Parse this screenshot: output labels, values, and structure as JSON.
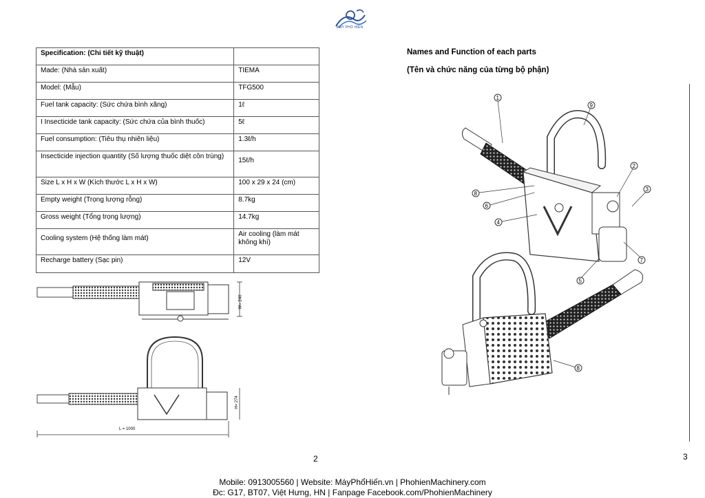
{
  "brand": {
    "logo_text": "MÁY PHỔ HIỀN"
  },
  "spec_table": {
    "header": "Specification: (Chi tiết kỹ thuật)",
    "rows": [
      {
        "label": "Made: (Nhà sản xuất)",
        "value": "TIEMA"
      },
      {
        "label": "Model: (Mẫu)",
        "value": "TFG500"
      },
      {
        "label": "Fuel tank capacity: (Sức chứa bình xăng)",
        "value": "1ℓ"
      },
      {
        "label": "I Insecticide tank capacity: (Sức chứa của bình thuốc)",
        "value": "5ℓ"
      },
      {
        "label": "Fuel consumption: (Tiêu thụ nhiên liệu)",
        "value": "1.3ℓ/h"
      },
      {
        "label": "Insecticide injection quantity (Số lượng thuốc diệt côn trùng)",
        "value": "15ℓ/h"
      },
      {
        "label": "Size L x H x W (Kích thước L x H x W)",
        "value": "100 x 29 x 24 (cm)"
      },
      {
        "label": "Empty weight (Trọng lượng rỗng)",
        "value": "8.7kg"
      },
      {
        "label": "Gross weight (Tổng trọng lượng)",
        "value": "14.7kg"
      },
      {
        "label": "Cooling system (Hệ thống làm mát)",
        "value": "Air cooling (làm mát không khí)"
      },
      {
        "label": "Recharge battery (Sạc pin)",
        "value": "12V"
      }
    ]
  },
  "dimensions": {
    "width_label": "W= 240",
    "height_label": "H= 274",
    "length_label": "L = 1000"
  },
  "parts_section": {
    "title_en": "Names and Function of each parts",
    "title_vi": "(Tên và chức năng của từng bộ phận)",
    "callouts": [
      "1",
      "9",
      "2",
      "3",
      "8",
      "6",
      "4",
      "7",
      "5",
      "8"
    ]
  },
  "page_numbers": {
    "left": "2",
    "right": "3"
  },
  "footer": {
    "line1": "Mobile: 0913005560 | Website: MáyPhổHiến.vn | PhohienMachinery.com",
    "line2": "Đc: G17, BT07, Việt Hưng, HN | Fanpage Facebook.com/PhohienMachinery"
  }
}
